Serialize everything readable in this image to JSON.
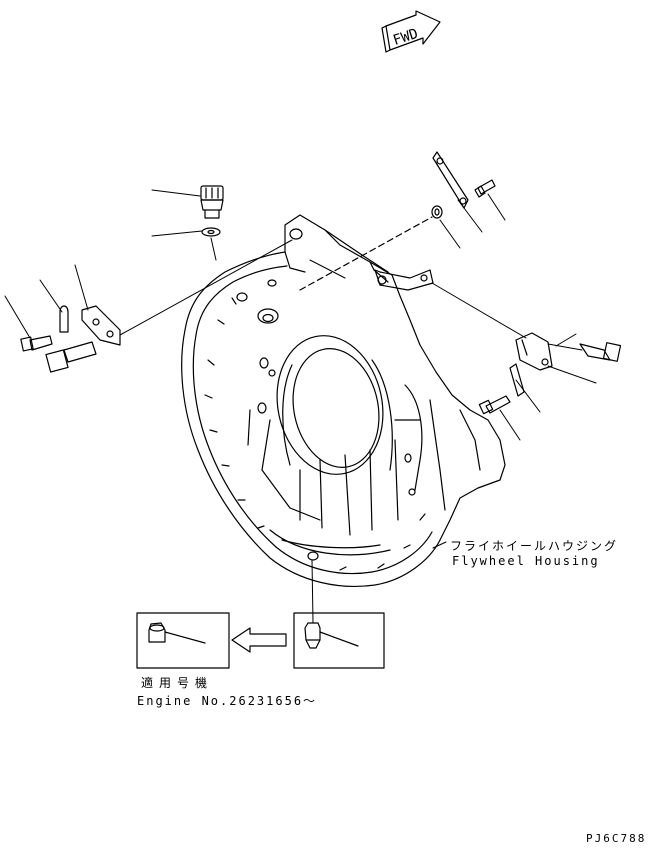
{
  "fwd_label": "FWD",
  "part_name_jp": "フライホイールハウジング",
  "part_name_en": "Flywheel Housing",
  "applicability_jp": "適用号機",
  "engine_serial": "Engine No.26231656～",
  "drawing_code": "PJ6C788"
}
